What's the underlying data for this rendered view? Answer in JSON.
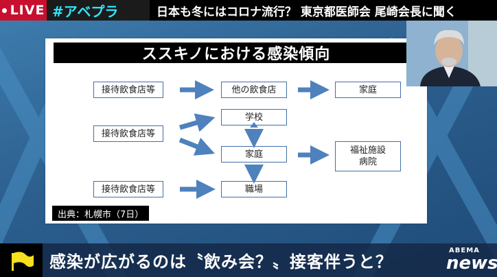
{
  "top_bar": {
    "live_label": "LIVE",
    "hashtag": "#アベプラ",
    "headline": "日本も冬にはコロナ流行？ 東京都医師会 尾崎会長に聞く"
  },
  "slide": {
    "title": "ススキノにおける感染傾向",
    "boxes": {
      "r1_start": "接待飲食店等",
      "r1_mid": "他の飲食店",
      "r1_end": "家庭",
      "r2_start": "接待飲食店等",
      "r2_school": "学校",
      "r2_home": "家庭",
      "r2_end_line1": "福祉施設",
      "r2_end_line2": "病院",
      "r3_start": "接待飲食店等",
      "r3_work": "職場"
    },
    "source": "出典：札幌市（7日）"
  },
  "bottom_bar": {
    "caption": "感染が広がるのは〝飲み会？〟接客伴うと？",
    "logo_top": "ABEMA",
    "logo_bottom": "news"
  },
  "colors": {
    "live_red": "#c8102e",
    "hashtag_cyan": "#2ee6ff",
    "box_border": "#3f6fa8",
    "arrow_blue": "#4f81bd",
    "flag_yellow": "#f7e11d"
  },
  "icons": {
    "flag": "flag-icon",
    "live_dot": "live-dot-icon"
  }
}
